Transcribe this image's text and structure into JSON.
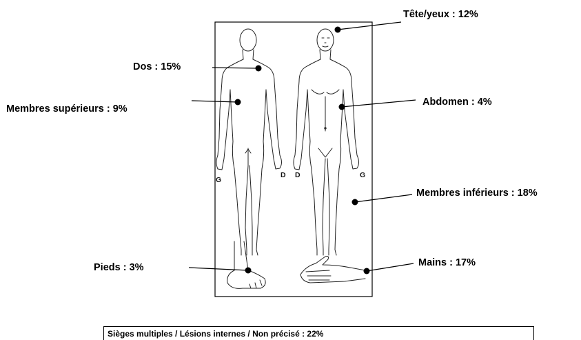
{
  "labels": {
    "head_eyes": "Tête/yeux : 12%",
    "back": "Dos : 15%",
    "upper_limbs": "Membres supérieurs : 9%",
    "abdomen": "Abdomen : 4%",
    "lower_limbs": "Membres inférieurs : 18%",
    "feet": "Pieds : 3%",
    "hands": "Mains : 17%"
  },
  "side_markers": {
    "back_left": "G",
    "back_right": "D",
    "front_right": "D",
    "front_left": "G"
  },
  "footer": "Sièges multiples / Lésions internes / Non précisé : 22%"
}
